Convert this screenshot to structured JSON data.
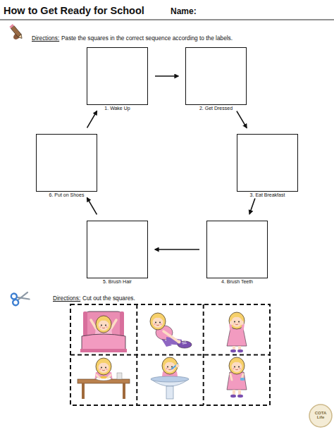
{
  "diagram": {
    "title": "How to Get Ready for School",
    "nodes": [
      {
        "text": [
          "1. Wake Up"
        ]
      },
      {
        "text": [
          "2. Get Dressed"
        ]
      },
      {
        "text": [
          "3. Eat Breakfast"
        ]
      },
      {
        "text": [
          "4. Brush Teeth"
        ]
      },
      {
        "text": [
          "5. Brush Hair"
        ]
      },
      {
        "text": [
          "6. Put on Shoes"
        ]
      }
    ],
    "edges": [
      {
        "from": 0,
        "to": 1,
        "arrow": "to"
      },
      {
        "from": 1,
        "to": 2,
        "arrow": "to"
      },
      {
        "from": 2,
        "to": 3,
        "arrow": "to"
      },
      {
        "from": 3,
        "to": 4,
        "arrow": "to"
      },
      {
        "from": 4,
        "to": 5,
        "arrow": "to"
      },
      {
        "from": 5,
        "to": 0,
        "arrow": "to"
      }
    ],
    "labels": [
      "Name:",
      "Directions:",
      "Paste the squares in the correct sequence according to the labels.",
      "Directions:",
      "Cut out the squares.",
      "COTA Life"
    ]
  }
}
